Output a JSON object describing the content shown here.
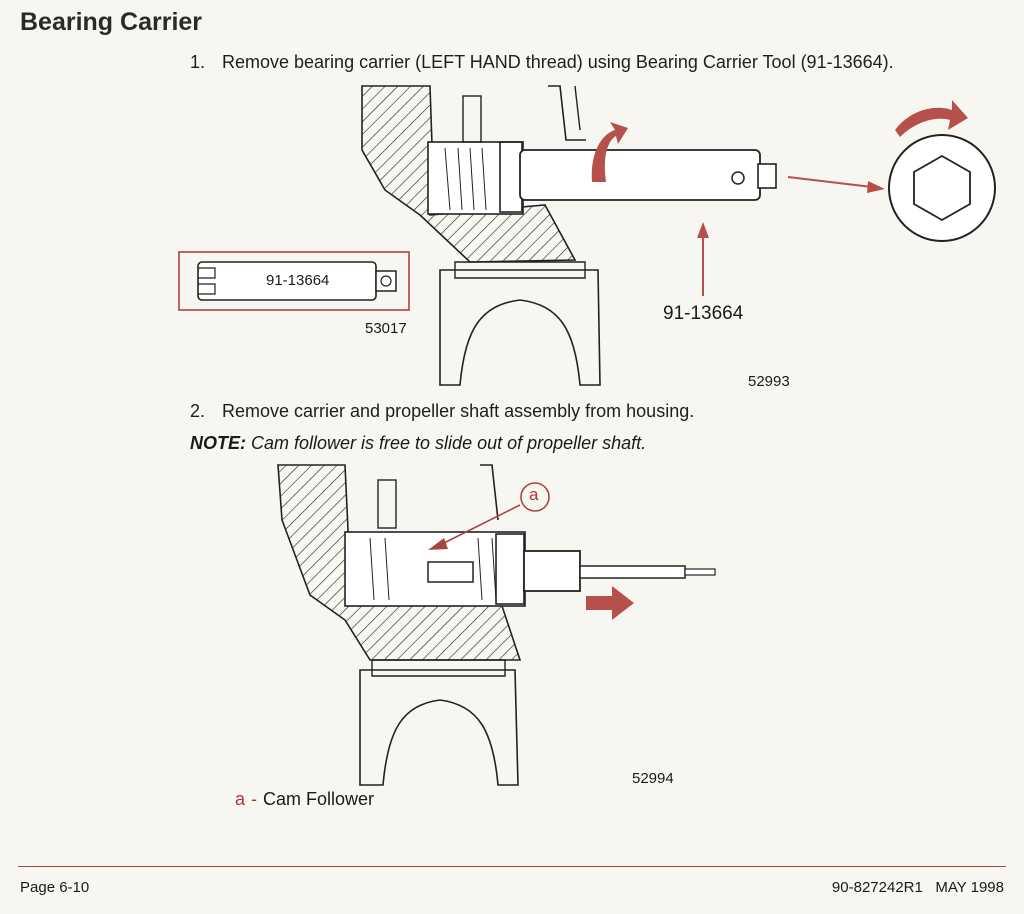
{
  "heading": "Bearing Carrier",
  "steps": [
    {
      "number": "1.",
      "text": "Remove bearing carrier (LEFT HAND thread) using Bearing Carrier Tool (91-13664)."
    },
    {
      "number": "2.",
      "text": "Remove carrier and propeller shaft assembly from housing."
    }
  ],
  "note": {
    "label": "NOTE:",
    "text": " Cam follower is free to slide out of propeller shaft."
  },
  "figure1": {
    "tool_inset_label": "91-13664",
    "inset_figure_id": "53017",
    "callout_part_number": "91-13664",
    "figure_id": "52993"
  },
  "figure2": {
    "callout_letter": "a",
    "figure_id": "52994"
  },
  "legend": {
    "key": "a",
    "separator": "-",
    "text": "Cam Follower"
  },
  "footer": {
    "page": "Page 6-10",
    "doc": "90-827242R1   MAY 1998"
  },
  "colors": {
    "accent": "#a9453f",
    "ink": "#1a1a1a",
    "paper": "#f8f6f1"
  }
}
